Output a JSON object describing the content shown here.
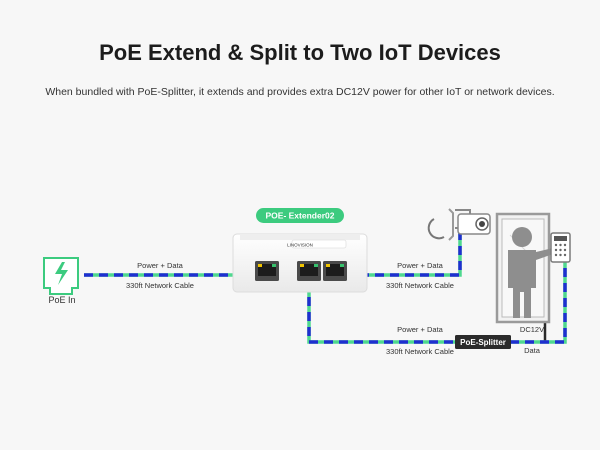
{
  "header": {
    "title": "PoE Extend & Split to Two IoT Devices",
    "subtitle": "When bundled with PoE-Splitter, it extends and provides extra DC12V power for other IoT or network devices."
  },
  "device": {
    "name": "POE- Extender02",
    "brand": "LINOVISION"
  },
  "source": {
    "label": "PoE In"
  },
  "links": {
    "in": {
      "top": "Power + Data",
      "bottom": "330ft Network Cable"
    },
    "out1": {
      "top": "Power + Data",
      "bottom": "330ft Network Cable"
    },
    "out2": {
      "top": "Power + Data",
      "bottom": "330ft Network Cable"
    }
  },
  "splitter": {
    "label": "PoE-Splitter",
    "dc_label": "DC12V",
    "data_label": "Data"
  },
  "icons": [
    "poe-in-icon",
    "ip-camera-icon",
    "access-control-icon",
    "person-icon"
  ],
  "colors": {
    "accent_green": "#3ccb7f",
    "cable_blue": "#1f2fd0",
    "cable_green": "#4fd88f",
    "device_white": "#ffffff",
    "label_dark": "#2a2a2a"
  }
}
